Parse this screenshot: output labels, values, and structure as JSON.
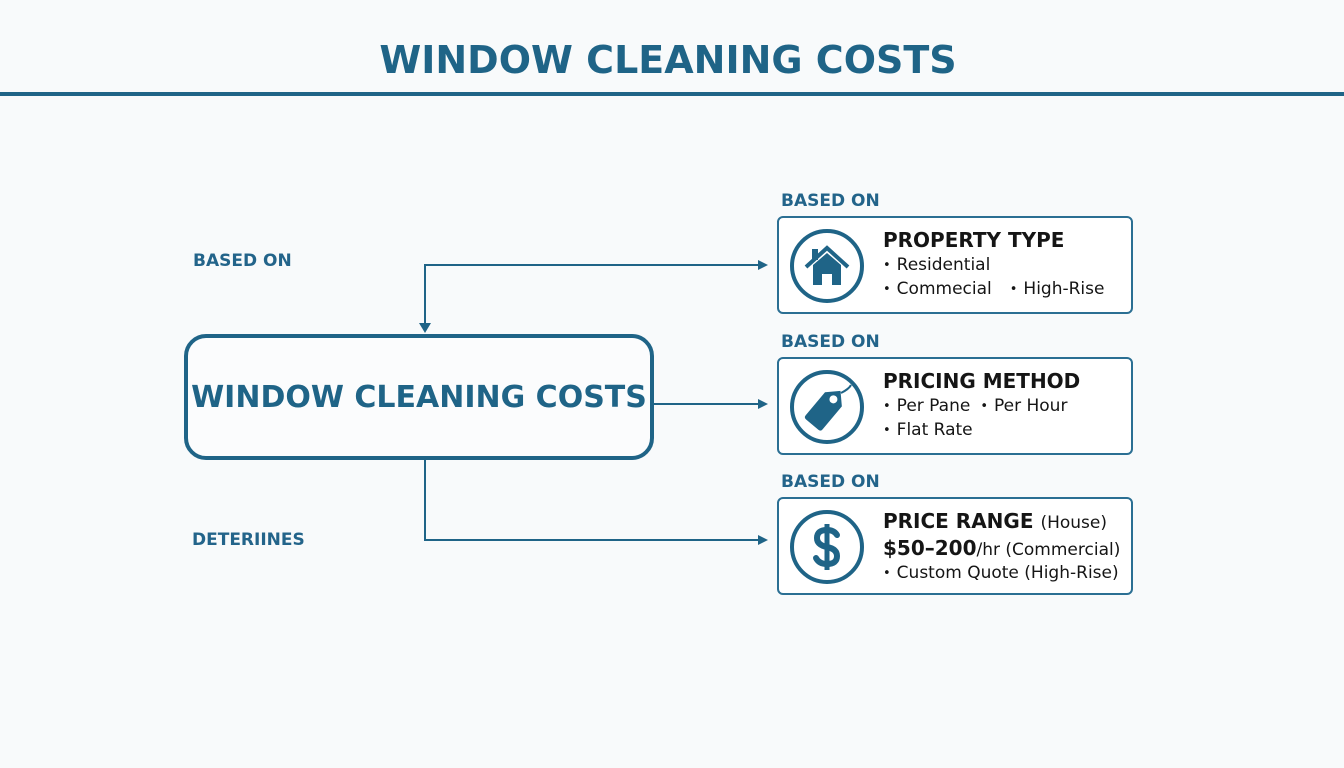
{
  "title": "WINDOW CLEANING COSTS",
  "colors": {
    "primary": "#1f6487",
    "text": "#151515",
    "background": "#f8fafb",
    "card_background": "#ffffff"
  },
  "left_labels": {
    "top": "BASED ON",
    "bottom": "DETERIINES"
  },
  "central_node": {
    "label": "WINDOW CLEANING COSTS"
  },
  "cards": [
    {
      "label": "BASED ON",
      "icon": "house-icon",
      "heading": "PROPERTY TYPE",
      "items": [
        "Residential",
        "Commecial",
        "High-Rise"
      ]
    },
    {
      "label": "BASED ON",
      "icon": "price-tag-icon",
      "heading": "PRICING METHOD",
      "items": [
        "Per Pane",
        "Per Hour",
        "Flat Rate"
      ]
    },
    {
      "label": "BASED ON",
      "icon": "dollar-icon",
      "heading": "PRICE RANGE",
      "heading_note": "(House)",
      "line2_strong": "$50–200",
      "line2_rest": "/hr (Commercial)",
      "items": [
        "Custom Quote (High-Rise)"
      ]
    }
  ],
  "connectors": [
    {
      "from": "central-node",
      "to": "card-property-type",
      "style": "elbow-arrow"
    },
    {
      "from": "card-property-type",
      "to": "central-node",
      "style": "arrowhead-into-central-top"
    },
    {
      "from": "central-node",
      "to": "card-pricing-method",
      "style": "straight-arrow"
    },
    {
      "from": "central-node",
      "to": "card-price-range",
      "style": "elbow-arrow"
    }
  ]
}
